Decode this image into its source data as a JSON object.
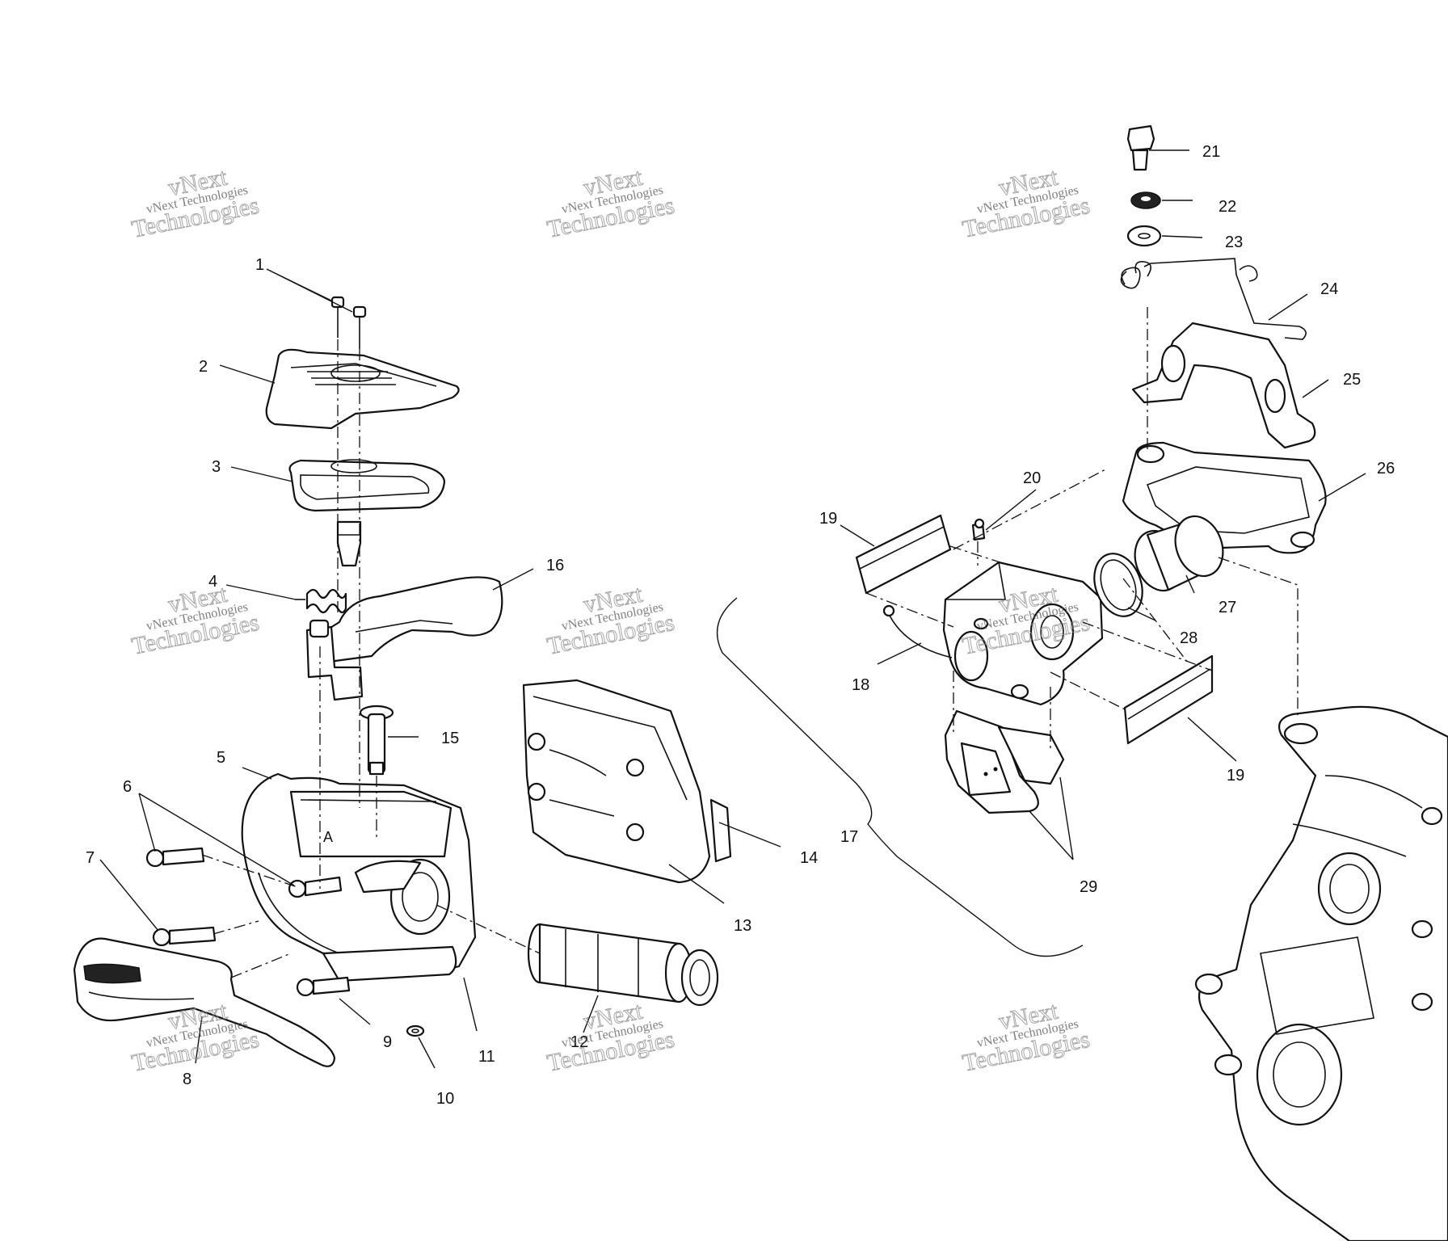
{
  "watermark": {
    "line_small": "vNext Technologies",
    "line_large_a": "vNext",
    "line_large_b": "Technologies"
  },
  "callouts": [
    {
      "id": "1",
      "label": "1"
    },
    {
      "id": "2",
      "label": "2"
    },
    {
      "id": "3",
      "label": "3"
    },
    {
      "id": "4",
      "label": "4"
    },
    {
      "id": "5",
      "label": "5"
    },
    {
      "id": "6",
      "label": "6"
    },
    {
      "id": "7",
      "label": "7"
    },
    {
      "id": "8",
      "label": "8"
    },
    {
      "id": "9",
      "label": "9"
    },
    {
      "id": "10",
      "label": "10"
    },
    {
      "id": "11",
      "label": "11"
    },
    {
      "id": "12",
      "label": "12"
    },
    {
      "id": "13",
      "label": "13"
    },
    {
      "id": "14",
      "label": "14"
    },
    {
      "id": "15",
      "label": "15"
    },
    {
      "id": "16",
      "label": "16"
    },
    {
      "id": "17",
      "label": "17"
    },
    {
      "id": "18",
      "label": "18"
    },
    {
      "id": "19a",
      "label": "19"
    },
    {
      "id": "19b",
      "label": "19"
    },
    {
      "id": "20",
      "label": "20"
    },
    {
      "id": "21",
      "label": "21"
    },
    {
      "id": "22",
      "label": "22"
    },
    {
      "id": "23",
      "label": "23"
    },
    {
      "id": "24",
      "label": "24"
    },
    {
      "id": "25",
      "label": "25"
    },
    {
      "id": "26",
      "label": "26"
    },
    {
      "id": "27",
      "label": "27"
    },
    {
      "id": "28",
      "label": "28"
    },
    {
      "id": "29",
      "label": "29"
    }
  ]
}
